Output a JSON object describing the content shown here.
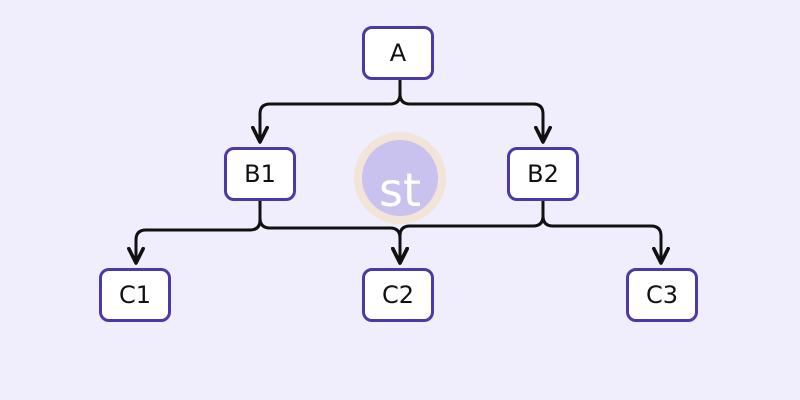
{
  "colors": {
    "background": "#f0eefc",
    "node_border": "#4a3aa8",
    "node_fill": "#ffffff",
    "connector": "#111111",
    "watermark_fill": "#c9c2ee",
    "watermark_ring": "#f2e2d4",
    "watermark_text": "#ffffff"
  },
  "nodes": {
    "a": "A",
    "b1": "B1",
    "b2": "B2",
    "c1": "C1",
    "c2": "C2",
    "c3": "C3"
  },
  "edges": [
    {
      "from": "A",
      "to": "B1"
    },
    {
      "from": "A",
      "to": "B2"
    },
    {
      "from": "B1",
      "to": "C1"
    },
    {
      "from": "B1",
      "to": "C2"
    },
    {
      "from": "B2",
      "to": "C2"
    },
    {
      "from": "B2",
      "to": "C3"
    }
  ],
  "watermark": {
    "text": "st"
  }
}
